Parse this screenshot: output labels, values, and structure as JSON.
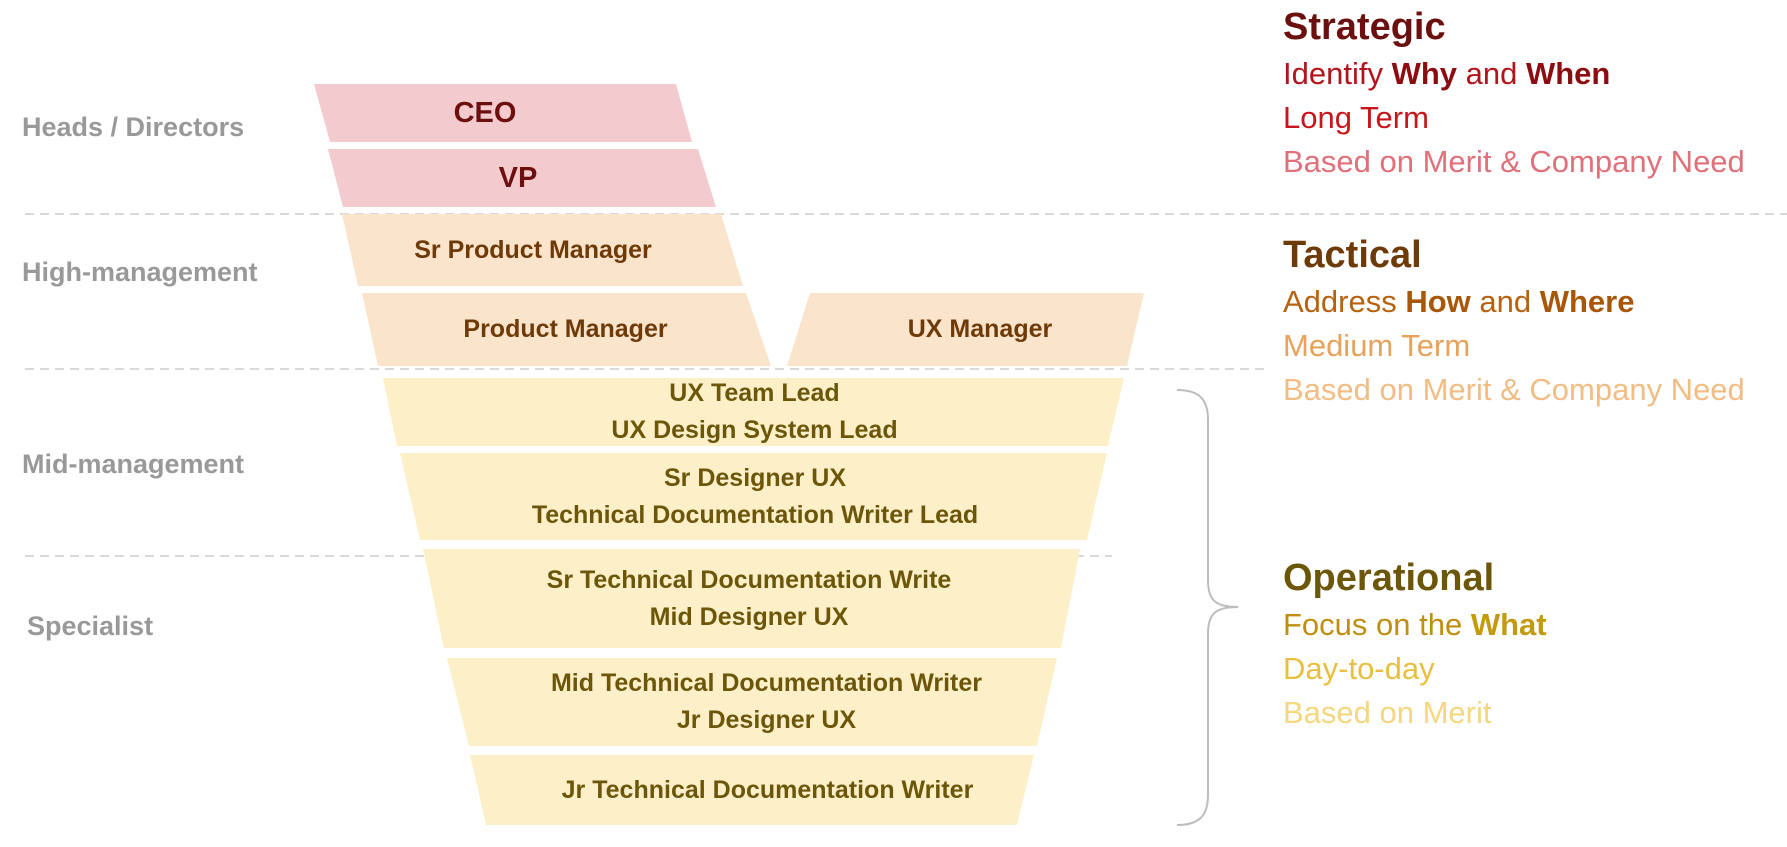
{
  "tiers": {
    "heads": "Heads / Directors",
    "high": "High-management",
    "mid": "Mid-management",
    "specialist": "Specialist"
  },
  "levels": {
    "ceo": "CEO",
    "vp": "VP",
    "sr_pm": "Sr Product Manager",
    "pm": "Product Manager",
    "ux_manager": "UX Manager",
    "ux_team_lead": "UX Team Lead",
    "ux_ds_lead": "UX Design System Lead",
    "sr_designer": "Sr Designer UX",
    "tech_doc_lead": "Technical Documentation Writer Lead",
    "sr_tech_doc": "Sr Technical Documentation Write",
    "mid_designer": "Mid Designer UX",
    "mid_tech_doc": "Mid Technical Documentation Writer",
    "jr_designer": "Jr Designer UX",
    "jr_tech_doc": "Jr Technical Documentation Writer"
  },
  "strategic": {
    "title": "Strategic",
    "l1_pre": "Identify ",
    "l1_b1": "Why",
    "l1_mid": " and ",
    "l1_b2": "When",
    "l2": "Long Term",
    "l3": "Based on Merit & Company Need"
  },
  "tactical": {
    "title": "Tactical",
    "l1_pre": "Address ",
    "l1_b1": "How",
    "l1_mid": " and ",
    "l1_b2": "Where",
    "l2": "Medium Term",
    "l3": "Based on Merit & Company Need"
  },
  "operational": {
    "title": "Operational",
    "l1_pre": "Focus on the ",
    "l1_b1": "What",
    "l2": "Day-to-day",
    "l3": "Based on Merit"
  },
  "colors": {
    "red_fill": "#f3cace",
    "orange_fill": "#fbe4cc",
    "yellow_fill": "#fdf0c9",
    "tier_label": "#999999",
    "divider": "#d9d9d9",
    "brace": "#bdbdbd"
  }
}
